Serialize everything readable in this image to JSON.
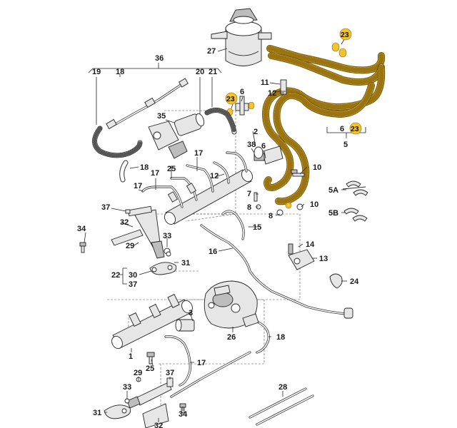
{
  "labels": {
    "l1": "1",
    "l2": "2",
    "l3": "3",
    "l5": "5",
    "l5a": "5A",
    "l5b": "5B",
    "l6a": "6",
    "l6b": "6",
    "l7": "7",
    "l8a": "8",
    "l8b": "8",
    "l10a": "10",
    "l10b": "10",
    "l11": "11",
    "l12a": "12",
    "l12b": "12",
    "l13": "13",
    "l14": "14",
    "l15": "15",
    "l16": "16",
    "l17a": "17",
    "l17b": "17",
    "l17c": "17",
    "l17d": "17",
    "l18a": "18",
    "l18b": "18",
    "l18c": "18",
    "l19": "19",
    "l20": "20",
    "l21": "21",
    "l22": "22",
    "l23a": "23",
    "l23b": "23",
    "l23c": "23",
    "l24": "24",
    "l25a": "25",
    "l25b": "25",
    "l26": "26",
    "l27": "27",
    "l28": "28",
    "l29a": "29",
    "l29b": "29",
    "l30": "30",
    "l31a": "31",
    "l31b": "31",
    "l32a": "32",
    "l32b": "32",
    "l33a": "33",
    "l33b": "33",
    "l34a": "34",
    "l34b": "34",
    "l35": "35",
    "l36": "36",
    "l37a": "37",
    "l37b": "37",
    "l37c": "37",
    "l38": "38"
  },
  "colors": {
    "highlight": "#f2c230",
    "hose_fill": "#f5d77a",
    "line": "#222222"
  },
  "icons": {
    "fuel-filter": "cylinder",
    "high-pressure-pump": "pump-body",
    "fuel-rail": "tube-rail"
  }
}
